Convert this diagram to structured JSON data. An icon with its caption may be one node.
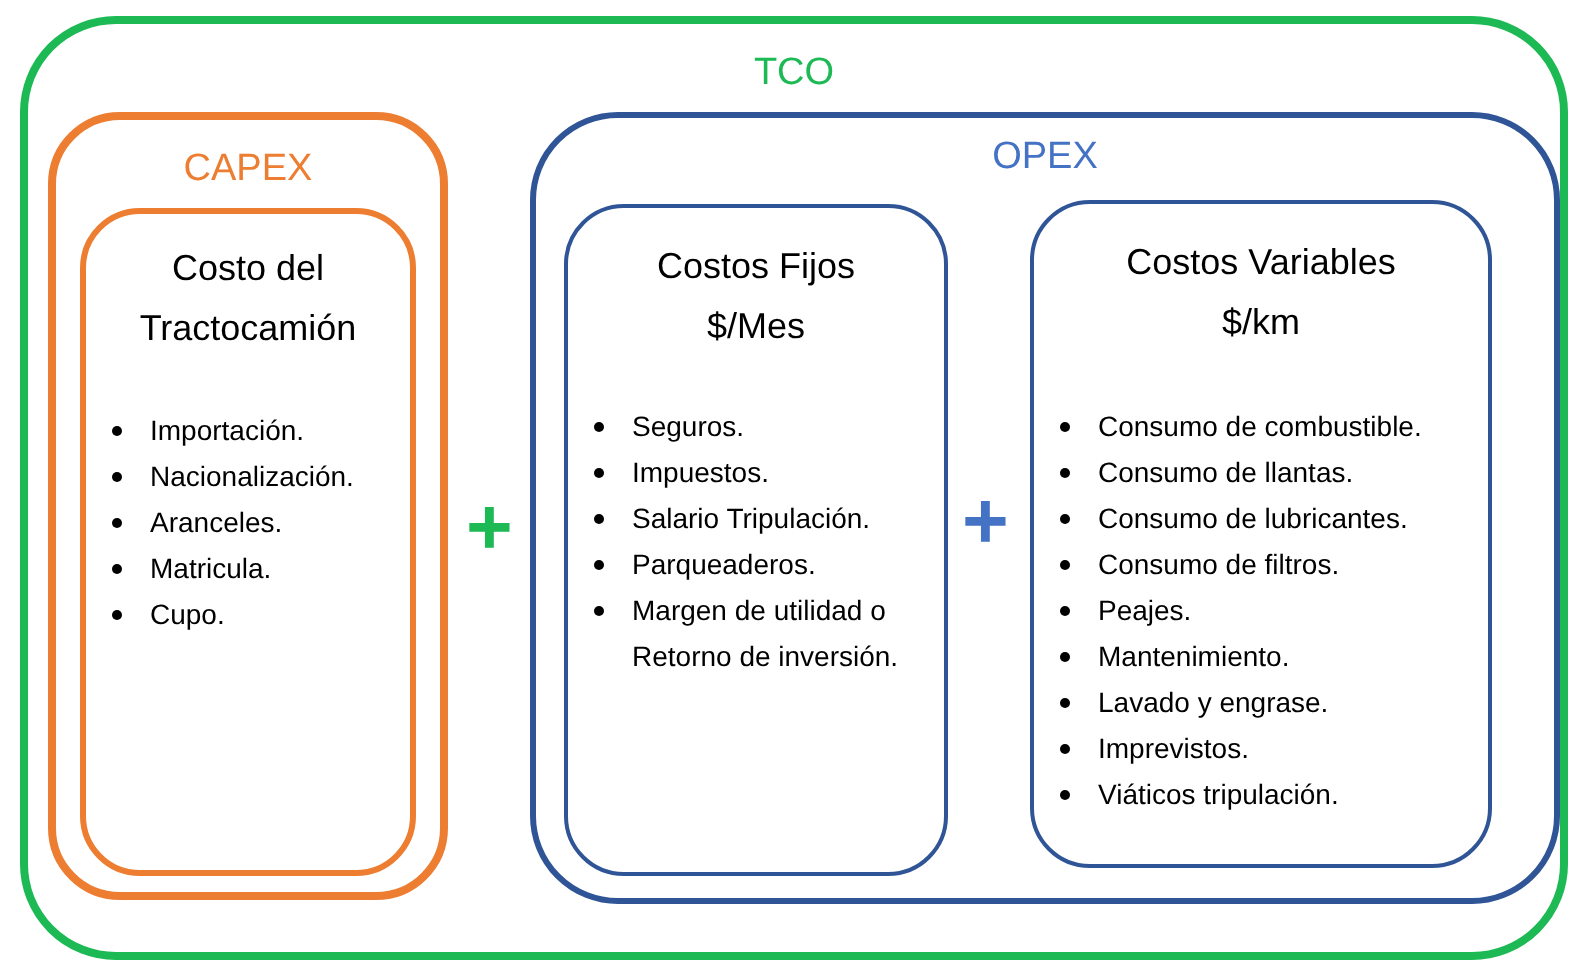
{
  "diagram": {
    "nodes": [
      {
        "text": [
          "TCO"
        ]
      },
      {
        "text": [
          "CAPEX"
        ],
        "in": 0
      },
      {
        "text": [
          "Costo del Tractocamión",
          "Importación.",
          "Nacionalización.",
          "Aranceles.",
          "Matricula.",
          "Cupo."
        ],
        "in": 1
      },
      {
        "text": [
          "OPEX"
        ],
        "in": 0
      },
      {
        "text": [
          "Costos Fijos $/Mes",
          "Seguros.",
          "Impuestos.",
          "Salario Tripulación.",
          "Parqueaderos.",
          "Margen de utilidad o Retorno de inversión."
        ],
        "in": 3
      },
      {
        "text": [
          "Costos Variables $/km",
          "Consumo de combustible.",
          "Consumo de llantas.",
          "Consumo de lubricantes.",
          "Consumo de filtros.",
          "Peajes.",
          "Mantenimiento.",
          "Lavado y engrase.",
          "Imprevistos.",
          "Viáticos tripulación."
        ],
        "in": 3
      }
    ],
    "labels": [
      "+",
      "+"
    ]
  }
}
